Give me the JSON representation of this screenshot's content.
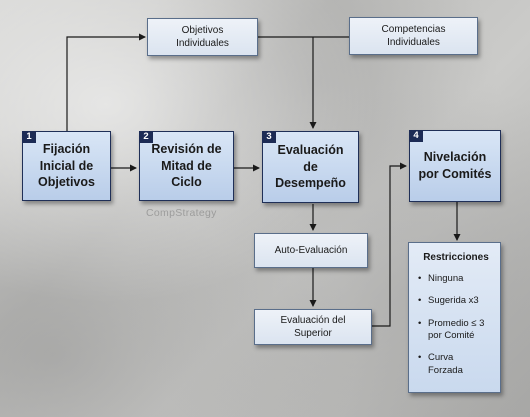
{
  "top_boxes": {
    "objetivos": "Objetivos\nIndividuales",
    "competencias": "Competencias\nIndividuales"
  },
  "steps": [
    {
      "number": "1",
      "label": "Fijación\nInicial de\nObjetivos"
    },
    {
      "number": "2",
      "label": "Revisión de\nMitad de\nCiclo"
    },
    {
      "number": "3",
      "label": "Evaluación\nde\nDesempeño"
    },
    {
      "number": "4",
      "label": "Nivelación\npor Comités"
    }
  ],
  "sub_boxes": {
    "auto": "Auto-Evaluación",
    "superior": "Evaluación del\nSuperior"
  },
  "restricciones": {
    "title": "Restricciones",
    "items": [
      "Ninguna",
      "Sugerida x3",
      "Promedio ≤ 3\npor Comité",
      "Curva\nForzada"
    ]
  },
  "watermark": "CompStrategy",
  "colors": {
    "step_number_bg": "#1c2b55",
    "box_border": "#5a6e8a",
    "arrow": "#1a1a1a"
  }
}
